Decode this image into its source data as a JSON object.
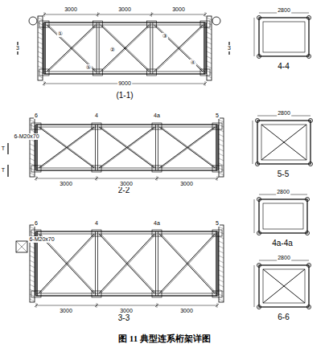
{
  "diagram": {
    "caption": "图 11 典型连系桁架详图",
    "nodes": [
      {
        "text": [
          "(1-1)"
        ]
      },
      {
        "text": [
          "4-4"
        ]
      },
      {
        "text": [
          "2-2"
        ]
      },
      {
        "text": [
          "5-5"
        ]
      },
      {
        "text": [
          "4a-4a"
        ]
      },
      {
        "text": [
          "3-3"
        ]
      },
      {
        "text": [
          "6-6"
        ]
      }
    ],
    "labels": [
      "3000",
      "3000",
      "3000",
      "9000",
      "3",
      "3",
      "①",
      "②",
      "③",
      "④",
      "⑤",
      "6",
      "4",
      "4a",
      "5",
      "T",
      "T",
      "6-M20x70",
      "3000",
      "3000",
      "3000",
      "6",
      "4",
      "4a",
      "5",
      "6-M20x70",
      "3000",
      "3000",
      "3000",
      "2800",
      "2800",
      "2800",
      "2800"
    ]
  }
}
